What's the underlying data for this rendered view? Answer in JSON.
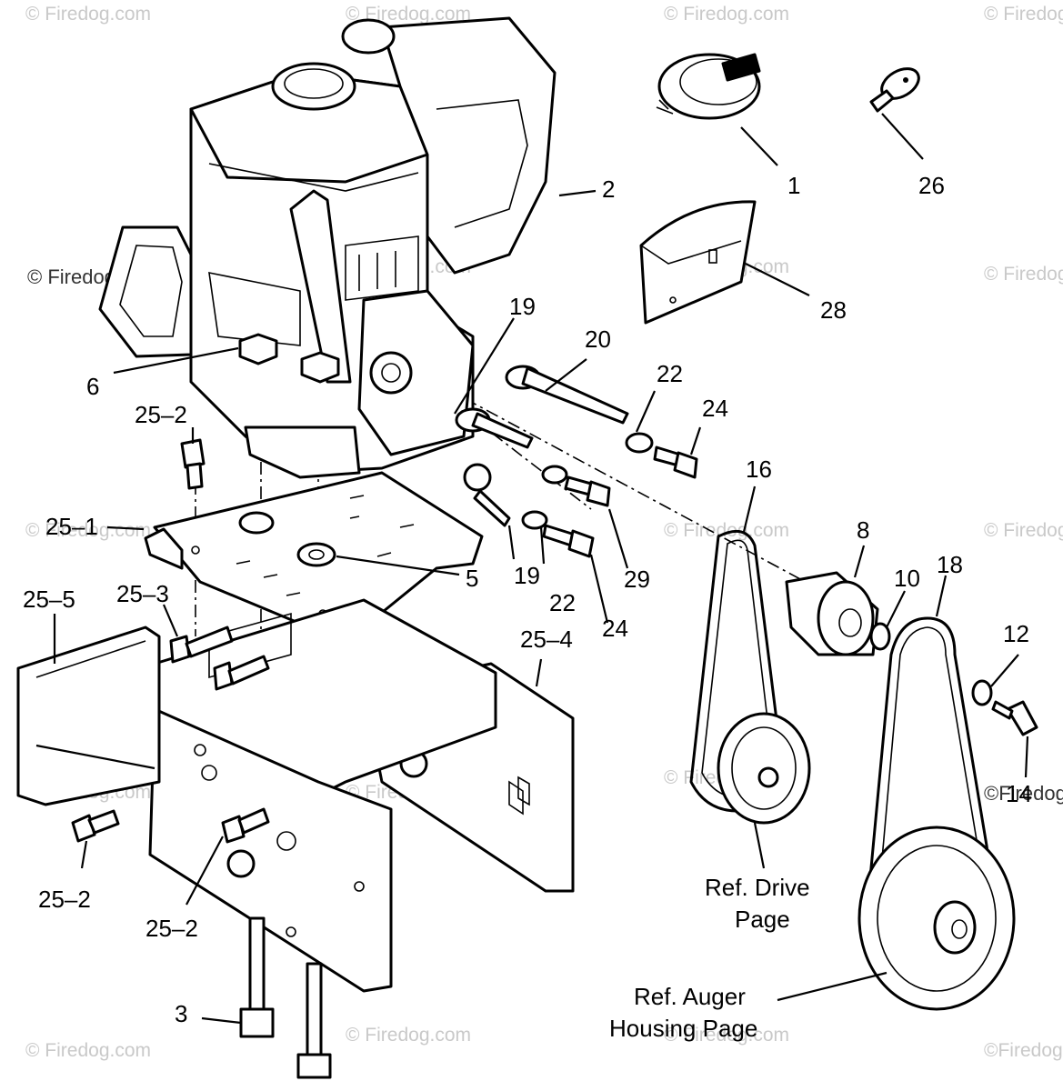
{
  "watermark": {
    "text_a": "© Firedog.com",
    "text_b": "©Firedog.com"
  },
  "callouts": {
    "c1": "1",
    "c2": "2",
    "c3": "3",
    "c5": "5",
    "c6": "6",
    "c8": "8",
    "c10": "10",
    "c12": "12",
    "c14": "14",
    "c16": "16",
    "c18": "18",
    "c19a": "19",
    "c19b": "19",
    "c20": "20",
    "c22a": "22",
    "c22b": "22",
    "c24a": "24",
    "c24b": "24",
    "c25_1": "25–1",
    "c25_2a": "25–2",
    "c25_2b": "25–2",
    "c25_2c": "25–2",
    "c25_3": "25–3",
    "c25_4": "25–4",
    "c25_5": "25–5",
    "c26": "26",
    "c28": "28",
    "c29": "29"
  },
  "notes": {
    "drive_line1": "Ref. Drive",
    "drive_line2": "Page",
    "auger_line1": "Ref. Auger",
    "auger_line2": "Housing Page"
  }
}
